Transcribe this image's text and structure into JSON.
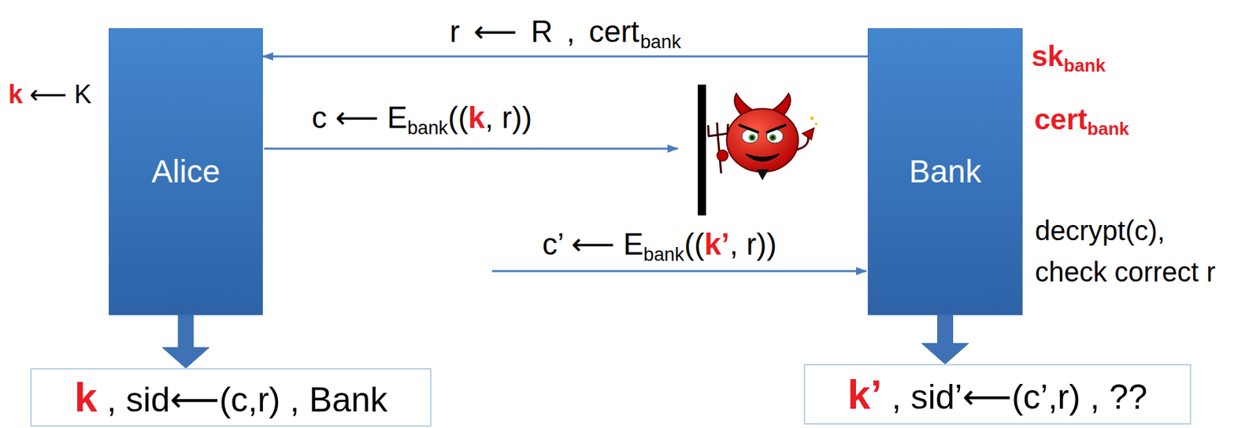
{
  "diagram": {
    "nodes": [
      {
        "text": [
          "Alice"
        ]
      },
      {
        "text": [
          "Bank"
        ]
      },
      {
        "text": [
          "k",
          ", sid⟵(c,r) , Bank"
        ]
      },
      {
        "text": [
          "k’",
          ", sid’⟵(c’,r) , ??"
        ]
      }
    ],
    "edges": [
      {
        "from": 1,
        "to": 0,
        "arrow": "to",
        "label": "r ⟵ R , cert"
      },
      {
        "from": 0,
        "to": 2,
        "arrow": "to"
      },
      {
        "from": 1,
        "to": 3,
        "arrow": "to"
      }
    ],
    "labels": [
      "k",
      "⟵ K",
      "c ⟵ E",
      "bank",
      "((",
      "k",
      ", r))",
      "c’ ⟵ E",
      "bank",
      "((",
      "k’",
      ", r))",
      "sk",
      "bank",
      "cert",
      "bank",
      "decrypt(c),",
      "check correct r",
      "bank"
    ]
  }
}
